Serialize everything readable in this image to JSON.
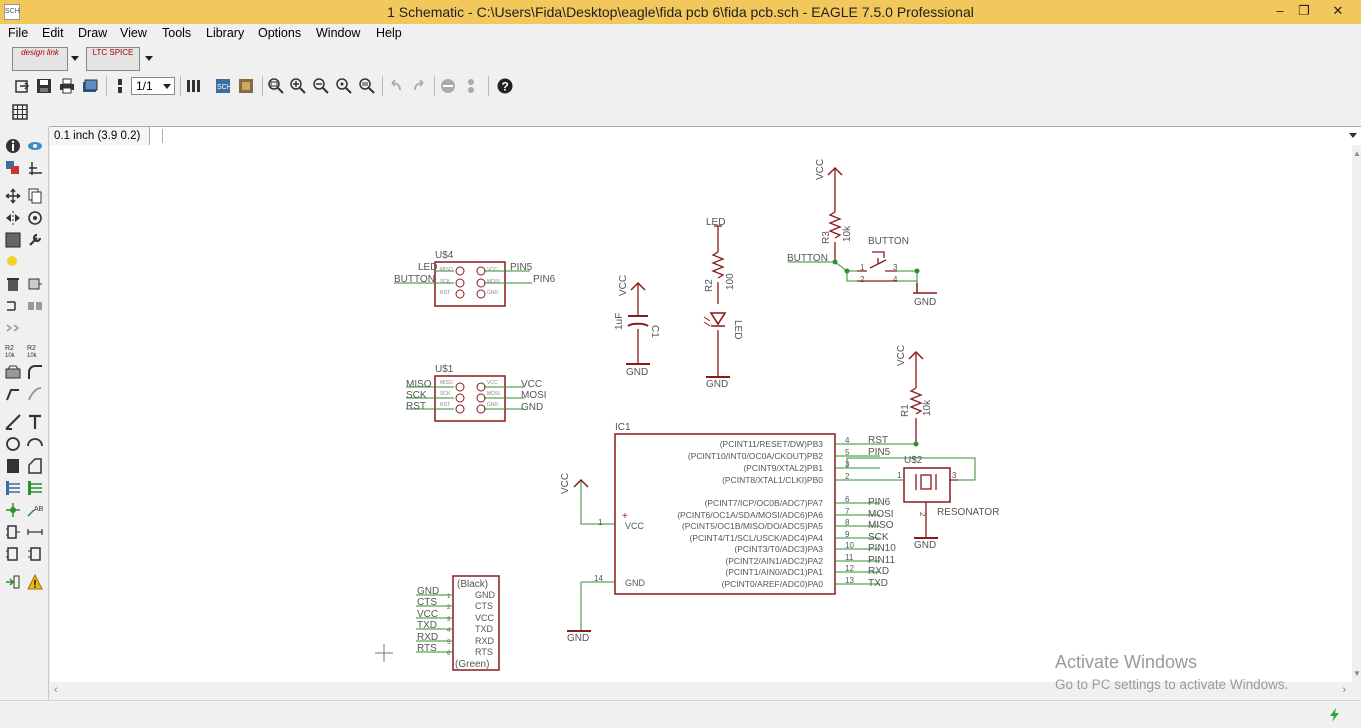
{
  "window": {
    "title": "1 Schematic - C:\\Users\\Fida\\Desktop\\eagle\\fida pcb 6\\fida pcb.sch - EAGLE 7.5.0 Professional",
    "minimize": "–",
    "maximize": "❐",
    "close": "✕"
  },
  "menu": [
    "File",
    "Edit",
    "Draw",
    "View",
    "Tools",
    "Library",
    "Options",
    "Window",
    "Help"
  ],
  "toolbar": {
    "design_link_label": "design link",
    "lto_spice_label": "LTC SPICE",
    "sheet_select": "1/1"
  },
  "command": {
    "coordinates": "0.1 inch (3.9 0.2)",
    "value": ""
  },
  "watermark": {
    "line1": "Activate Windows",
    "line2": "Go to PC settings to activate Windows."
  },
  "schematic": {
    "usb4": {
      "name": "U$4",
      "nets_left": [
        "LED",
        "BUTTON"
      ],
      "nets_right": [
        "PIN5",
        "PIN6"
      ],
      "pins_left": [
        "MISO",
        "SCK",
        "RST"
      ],
      "pins_right": [
        "VCC",
        "MOSI",
        "GND"
      ]
    },
    "usb1": {
      "name": "U$1",
      "nets_left": [
        "MISO",
        "SCK",
        "RST"
      ],
      "nets_right": [
        "VCC",
        "MOSI",
        "GND"
      ],
      "pins_left": [
        "MISO",
        "SCK",
        "RST"
      ],
      "pins_right": [
        "VCC",
        "MOSI",
        "GND"
      ]
    },
    "c1": {
      "supply": "VCC",
      "value": "1uF",
      "name": "C1",
      "ground": "GND"
    },
    "r2_led": {
      "supply": "LED",
      "r_name": "R2",
      "r_value": "100",
      "led_name": "LED",
      "ground": "GND"
    },
    "r3_button": {
      "supply": "VCC",
      "r_name": "R3",
      "r_value": "10k",
      "net": "BUTTON",
      "part": "BUTTON",
      "pins": [
        "1",
        "2",
        "3",
        "4"
      ],
      "ground": "GND"
    },
    "r1_rst": {
      "supply": "VCC",
      "r_name": "R1",
      "r_value": "10k"
    },
    "ic1": {
      "name": "IC1",
      "vcc_label": "VCC",
      "gnd_label": "GND",
      "vcc_pin": "1",
      "gnd_pin": "14",
      "supply": "VCC",
      "ground": "GND",
      "pins": [
        {
          "label": "(PCINT11/RESET/DW)PB3",
          "num": "4",
          "net": "RST"
        },
        {
          "label": "(PCINT10/INT0/OC0A/CKOUT)PB2",
          "num": "5",
          "net": "PIN5"
        },
        {
          "label": "(PCINT9/XTAL2)PB1",
          "num": "3",
          "net": ""
        },
        {
          "label": "(PCINT8/XTAL1/CLKI)PB0",
          "num": "2",
          "net": ""
        },
        {
          "label": "(PCINT7/ICP/OC0B/ADC7)PA7",
          "num": "6",
          "net": "PIN6"
        },
        {
          "label": "(PCINT6/OC1A/SDA/MOSI/ADC6)PA6",
          "num": "7",
          "net": "MOSI"
        },
        {
          "label": "(PCINT5/OC1B/MISO/DO/ADC5)PA5",
          "num": "8",
          "net": "MISO"
        },
        {
          "label": "(PCINT4/T1/SCL/USCK/ADC4)PA4",
          "num": "9",
          "net": "SCK"
        },
        {
          "label": "(PCINT3/T0/ADC3)PA3",
          "num": "10",
          "net": "PIN10"
        },
        {
          "label": "(PCINT2/AIN1/ADC2)PA2",
          "num": "11",
          "net": "PIN11"
        },
        {
          "label": "(PCINT1/AIN0/ADC1)PA1",
          "num": "12",
          "net": "RXD"
        },
        {
          "label": "(PCINT0/AREF/ADC0)PA0",
          "num": "13",
          "net": "TXD"
        }
      ]
    },
    "resonator": {
      "name": "U$2",
      "part": "RESONATOR",
      "pins": [
        "1",
        "2",
        "3"
      ],
      "ground": "GND"
    },
    "ftdi": {
      "top": "(Black)",
      "bottom": "(Green)",
      "nets": [
        "GND",
        "CTS",
        "VCC",
        "TXD",
        "RXD",
        "RTS"
      ],
      "pins": [
        "GND",
        "CTS",
        "VCC",
        "TXD",
        "RXD",
        "RTS"
      ],
      "nums": [
        "1",
        "2",
        "3",
        "4",
        "5",
        "6"
      ]
    }
  },
  "colors": {
    "wire": "#2f8f2f",
    "symbol": "#8b1a1a",
    "label": "#555555",
    "titlebar": "#f2c75c"
  }
}
